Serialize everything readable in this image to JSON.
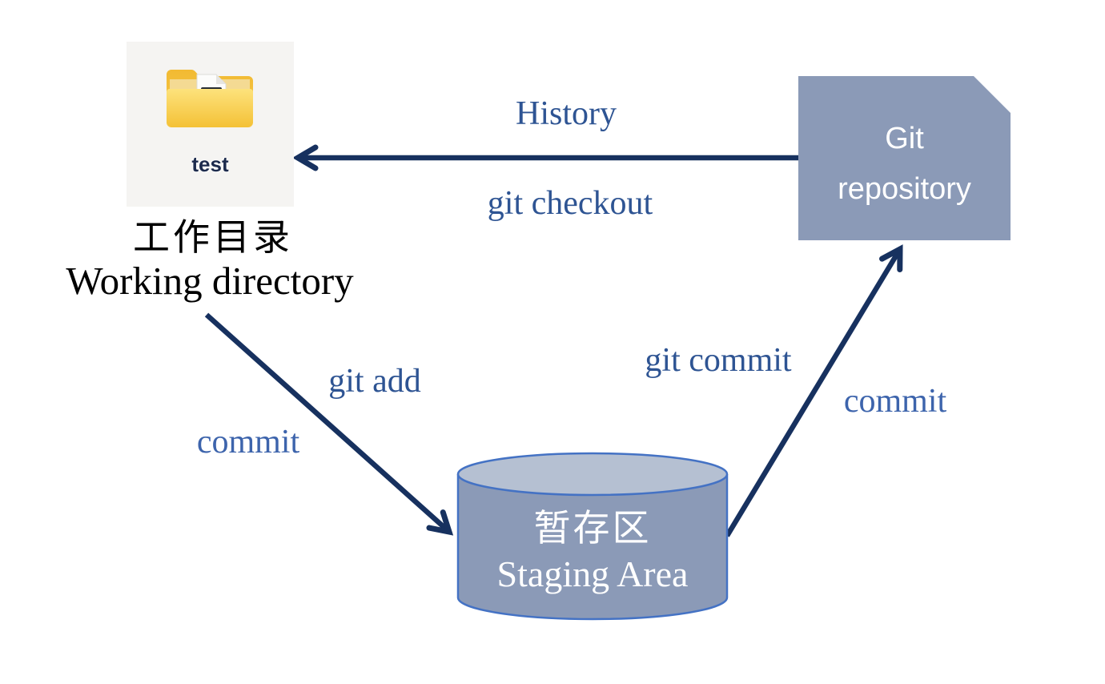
{
  "working_directory": {
    "folder_label": "test",
    "title_zh": "工作目录",
    "title_en": "Working directory"
  },
  "git_repository": {
    "line1": "Git",
    "line2": "repository"
  },
  "staging_area": {
    "title_zh": "暂存区",
    "title_en": "Staging Area"
  },
  "labels": {
    "history": "History",
    "git_checkout": "git checkout",
    "git_add": "git add",
    "commit_left": "commit",
    "git_commit": "git commit",
    "commit_right": "commit"
  },
  "edges": [
    {
      "from": "git-repository",
      "to": "working-directory",
      "labels": [
        "History",
        "git checkout"
      ]
    },
    {
      "from": "working-directory",
      "to": "staging-area",
      "labels": [
        "git add",
        "commit"
      ]
    },
    {
      "from": "staging-area",
      "to": "git-repository",
      "labels": [
        "git commit",
        "commit"
      ]
    }
  ],
  "colors": {
    "arrow": "#17315f",
    "label_blue": "#2e5493",
    "commit_blue": "#3d64ac",
    "node_fill": "#8b9ab7",
    "cylinder_top": "#b5c0d2",
    "cylinder_border": "#4472c4",
    "node_text": "#ffffff",
    "title_text": "#000000",
    "folder_tile_bg": "#f5f4f2",
    "folder_yellow": "#f6c63f"
  }
}
